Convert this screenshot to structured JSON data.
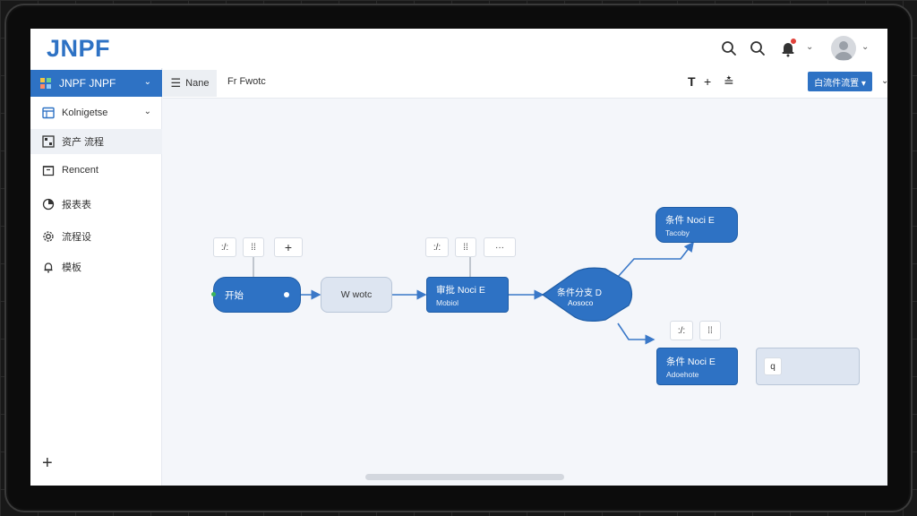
{
  "app": {
    "logo": "JNPF"
  },
  "header": {
    "icons": [
      "search-icon",
      "search-icon",
      "bell-icon",
      "avatar"
    ],
    "notification_color": "#e0423b"
  },
  "sidebar": {
    "top": {
      "label": "JNPF JNPF"
    },
    "items": [
      {
        "label": "Kolnigetse",
        "icon": "table-icon"
      },
      {
        "label": "资产 流程",
        "icon": "grid-icon"
      },
      {
        "label": "Rencent",
        "icon": "archive-icon"
      },
      {
        "label": "报表表",
        "icon": "chart-icon"
      },
      {
        "label": "流程设",
        "icon": "gear-icon"
      },
      {
        "label": "模板",
        "icon": "bell-icon"
      }
    ],
    "add_label": "+"
  },
  "toolbar": {
    "tab_name": "Nane",
    "tab_model": "Fr Fwotc",
    "tools": [
      "T",
      "+",
      "≛"
    ],
    "primary_button": "白流件流置 ▾"
  },
  "canvas": {
    "start_node": {
      "title": "开始"
    },
    "node_plain": {
      "title": "W wotc"
    },
    "node_approval": {
      "title": "审批 Noci E",
      "subtitle": "Mobiol"
    },
    "node_condition": {
      "title": "条件分支 D",
      "subtitle": "Aosoco"
    },
    "node_top": {
      "title": "条件 Noci E",
      "subtitle": "Tacoby"
    },
    "node_bottom": {
      "title": "条件 Noci E",
      "subtitle": "Adoehote"
    },
    "node_end": {
      "title": "q"
    },
    "mini_controls": {
      "group1": [
        ":/:",
        "⁞⁞",
        "+"
      ],
      "group2": [
        ":/:",
        "⁞⁞",
        "···"
      ],
      "group3": [
        ":/:",
        "⁞⁞"
      ]
    }
  },
  "colors": {
    "accent": "#2e72c4",
    "node_light": "#dde5f1",
    "connector": "#3a78c8",
    "status_dot": "#3cb45a"
  }
}
